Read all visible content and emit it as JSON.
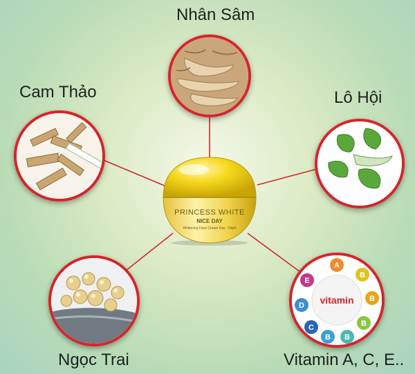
{
  "ingredients": {
    "nhan_sam": "Nhân Sâm",
    "cam_thao": "Cam Thảo",
    "lo_hoi": "Lô Hội",
    "ngoc_trai": "Ngọc Trai",
    "vitamin": "Vitamin A, C, E.."
  },
  "product": {
    "brand": "PRINCESS WHITE",
    "name": "NICE DAY",
    "tagline": "Whitening Face Cream Day - Night"
  },
  "vitamin_badge": {
    "word": "vitamin",
    "letters": [
      "A",
      "B",
      "B",
      "B",
      "C",
      "D",
      "B",
      "B",
      "E"
    ]
  },
  "colors": {
    "accent_red": "#d8242a",
    "jar_yellow": "#f2d21a"
  }
}
